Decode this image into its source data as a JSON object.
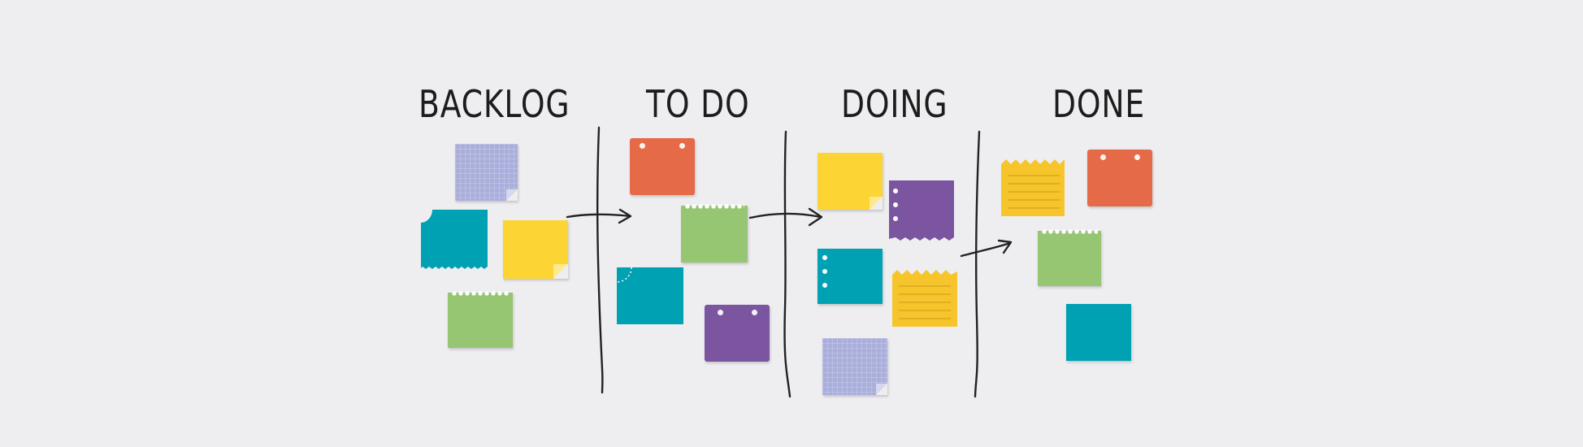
{
  "columns": [
    {
      "title": "BACKLOG"
    },
    {
      "title": "TO DO"
    },
    {
      "title": "DOING"
    },
    {
      "title": "DONE"
    }
  ],
  "colors": {
    "background": "#eeeef1",
    "lavender": "#a9aedb",
    "teal": "#00a1b3",
    "yellow": "#fcd535",
    "yellow_lined": "#f5c52b",
    "green": "#97c672",
    "orange": "#e56a47",
    "purple": "#7c55a1",
    "ink": "#1c1c1c"
  }
}
